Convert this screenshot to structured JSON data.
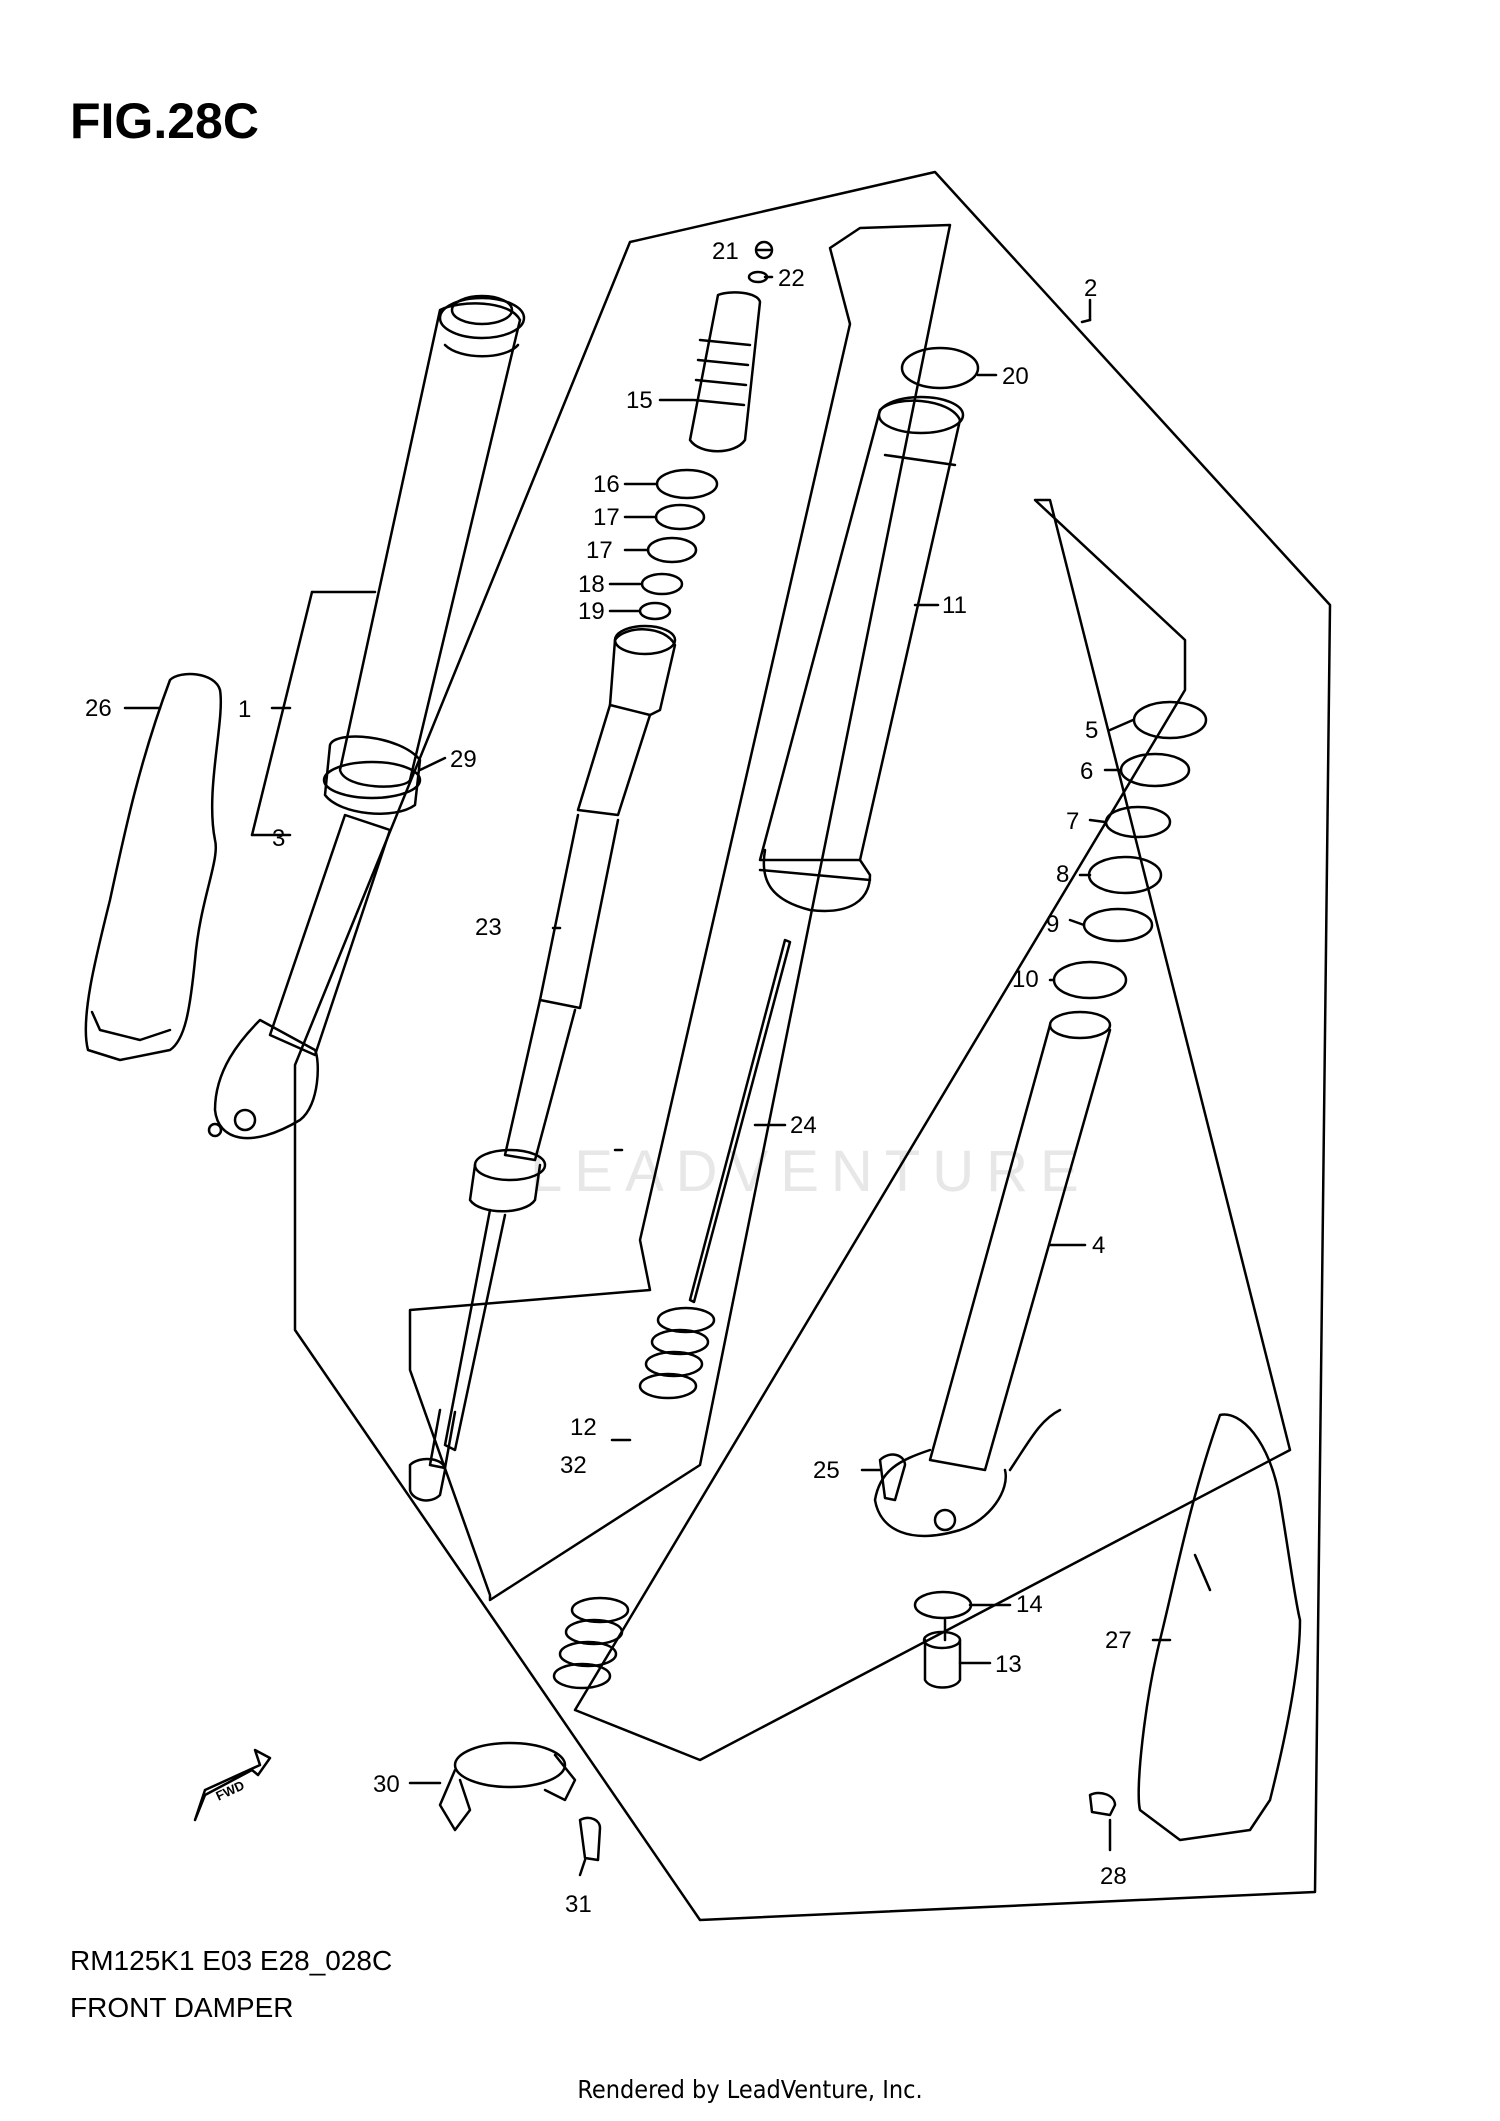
{
  "figure": {
    "title": "FIG.28C",
    "diagram_code": "RM125K1 E03 E28_028C",
    "diagram_name": "FRONT DAMPER",
    "rendered_by": "Rendered by LeadVenture, Inc.",
    "watermark": "LEADVENTURE",
    "fwd_label": "FWD"
  },
  "callouts": [
    {
      "ref": "1"
    },
    {
      "ref": "2"
    },
    {
      "ref": "3"
    },
    {
      "ref": "4"
    },
    {
      "ref": "5"
    },
    {
      "ref": "6"
    },
    {
      "ref": "7"
    },
    {
      "ref": "8"
    },
    {
      "ref": "9"
    },
    {
      "ref": "10"
    },
    {
      "ref": "11"
    },
    {
      "ref": "12"
    },
    {
      "ref": "13"
    },
    {
      "ref": "14"
    },
    {
      "ref": "15"
    },
    {
      "ref": "16"
    },
    {
      "ref": "17"
    },
    {
      "ref": "17"
    },
    {
      "ref": "18"
    },
    {
      "ref": "19"
    },
    {
      "ref": "20"
    },
    {
      "ref": "21"
    },
    {
      "ref": "22"
    },
    {
      "ref": "23"
    },
    {
      "ref": "24"
    },
    {
      "ref": "25"
    },
    {
      "ref": "26"
    },
    {
      "ref": "27"
    },
    {
      "ref": "28"
    },
    {
      "ref": "29"
    },
    {
      "ref": "30"
    },
    {
      "ref": "31"
    },
    {
      "ref": "32"
    }
  ]
}
